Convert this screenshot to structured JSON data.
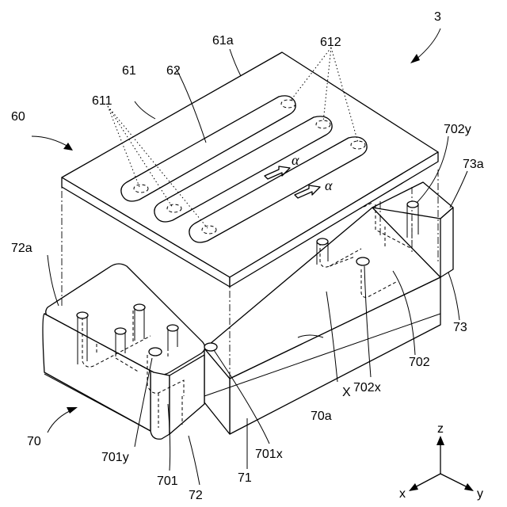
{
  "labels": {
    "fig_number": "3",
    "circuit_board": "60",
    "board_top_face": "61a",
    "board_body": "61",
    "slot": "62",
    "terminal_holes_left": "611",
    "terminal_holes_right": "612",
    "bridge_top_right": "702y",
    "core_right_face": "73a",
    "core_left_face": "72a",
    "core_right": "73",
    "core_left": "72",
    "core_assembly": "70",
    "coil_right": "702",
    "coil_right_x": "702x",
    "coil_left_y": "701y",
    "coil_left": "701",
    "coil_left_x": "701x",
    "center_core": "71",
    "center_face": "70a",
    "axis_x_label": "X",
    "alpha_1": "α",
    "alpha_2": "α"
  },
  "axes": {
    "z": "z",
    "x": "x",
    "y": "y"
  }
}
